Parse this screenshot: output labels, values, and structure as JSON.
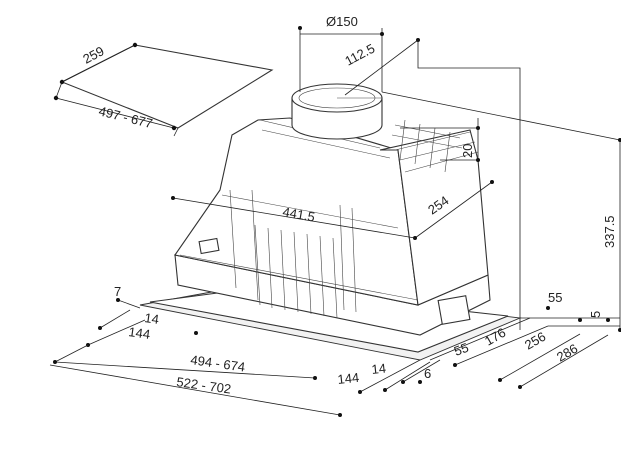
{
  "dimensions": {
    "diameter_outlet": "Ø150",
    "outlet_offset": "112.5",
    "cutout_depth": "259",
    "cutout_width": "497 - 677",
    "collar_height": "20",
    "body_width": "441.5",
    "body_depth": "254",
    "total_height": "337.5",
    "flange_left_7": "7",
    "flange_left_14": "14",
    "flange_left_144": "144",
    "bottom_width": "494 - 674",
    "outer_width": "522 - 702",
    "bottom_144": "144",
    "bottom_14": "14",
    "bottom_6": "6",
    "right_55_top": "55",
    "right_5": "5",
    "right_55": "55",
    "right_176": "176",
    "right_256": "256",
    "right_286": "286"
  }
}
